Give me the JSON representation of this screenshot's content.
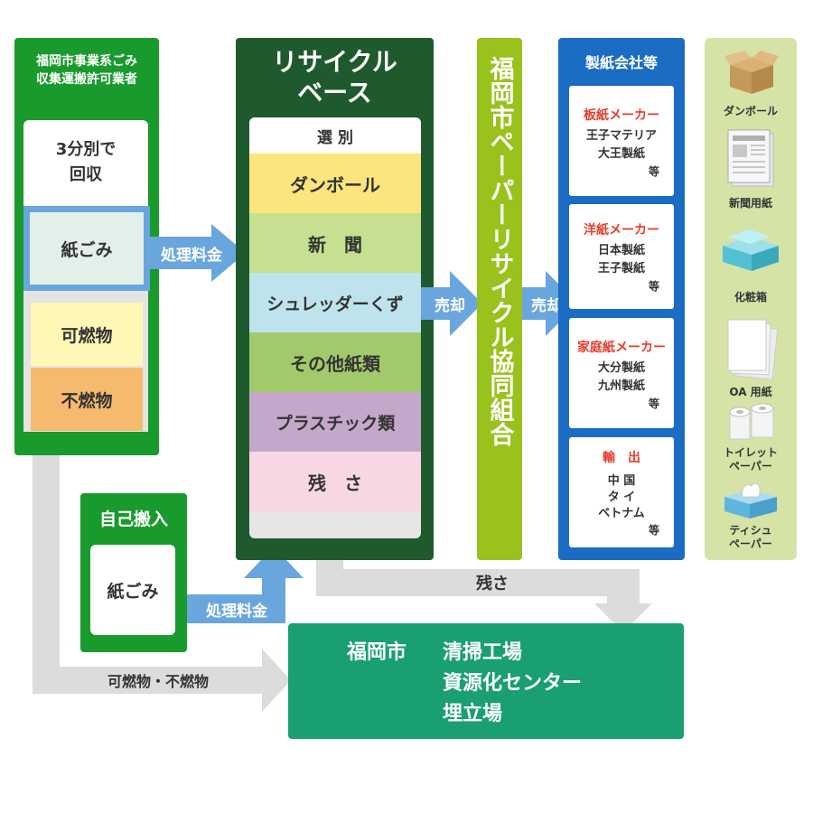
{
  "collector": {
    "title_line1": "福岡市事業系ごみ",
    "title_line2": "収集運搬許可業者",
    "sorting_line1": "3分別で",
    "sorting_line2": "回収",
    "paper": "紙ごみ",
    "burnable": "可燃物",
    "nonburnable": "不燃物"
  },
  "self": {
    "title": "自己搬入",
    "paper": "紙ごみ"
  },
  "fees": {
    "fee1": "処理料金",
    "fee2": "処理料金"
  },
  "recycle_base": {
    "title_line1": "リサイクル",
    "title_line2": "ベース",
    "sort_header": "選 別",
    "rows": [
      "ダンボール",
      "新　聞",
      "シュレッダーくず",
      "その他紙類",
      "プラスチック類",
      "残　さ"
    ],
    "row_colors": [
      "#fce57c",
      "#c6df90",
      "#bfe3ec",
      "#a2ca6c",
      "#c4a8c9",
      "#f8d7e5"
    ]
  },
  "sale": {
    "label1": "売却",
    "label2": "売却"
  },
  "coop": {
    "title": "福岡市ペーパーリサイクル協同組合"
  },
  "paper_companies": {
    "title": "製紙会社等",
    "groups": [
      {
        "title": "板紙メーカー",
        "lines": [
          "王子マテリア",
          "大王製紙"
        ],
        "tou": "等"
      },
      {
        "title": "洋紙メーカー",
        "lines": [
          "日本製紙",
          "王子製紙"
        ],
        "tou": "等"
      },
      {
        "title": "家庭紙メーカー",
        "lines": [
          "大分製紙",
          "九州製紙"
        ],
        "tou": "等"
      },
      {
        "title": "輸　出",
        "lines": [
          "中 国",
          "タ イ",
          "ベトナム"
        ],
        "tou": "等"
      }
    ]
  },
  "products": {
    "items": [
      {
        "label": "ダンボール",
        "icon": "cardboard-box-icon"
      },
      {
        "label": "新聞用紙",
        "icon": "newspaper-icon"
      },
      {
        "label": "化粧箱",
        "icon": "cosmetic-box-icon"
      },
      {
        "label": "OA 用紙",
        "icon": "office-paper-icon"
      },
      {
        "label_line1": "トイレット",
        "label_line2": "ペーパー",
        "icon": "toilet-paper-icon"
      },
      {
        "label_line1": "ティシュ",
        "label_line2": "ペーパー",
        "icon": "tissue-box-icon"
      }
    ]
  },
  "flows": {
    "residue": "残さ",
    "burnable_nonburnable": "可燃物・不燃物"
  },
  "city": {
    "prefix": "福岡市",
    "line1": "清掃工場",
    "line2": "資源化センター",
    "line3": "埋立場"
  },
  "colors": {
    "green_dark": "#1e5a2e",
    "green_mid": "#199a2d",
    "lime": "#99c21c",
    "blue": "#1b6cc3",
    "teal": "#1a9e74",
    "arrow_blue": "#6aa6de",
    "arrow_gray": "#dcdcdc"
  }
}
